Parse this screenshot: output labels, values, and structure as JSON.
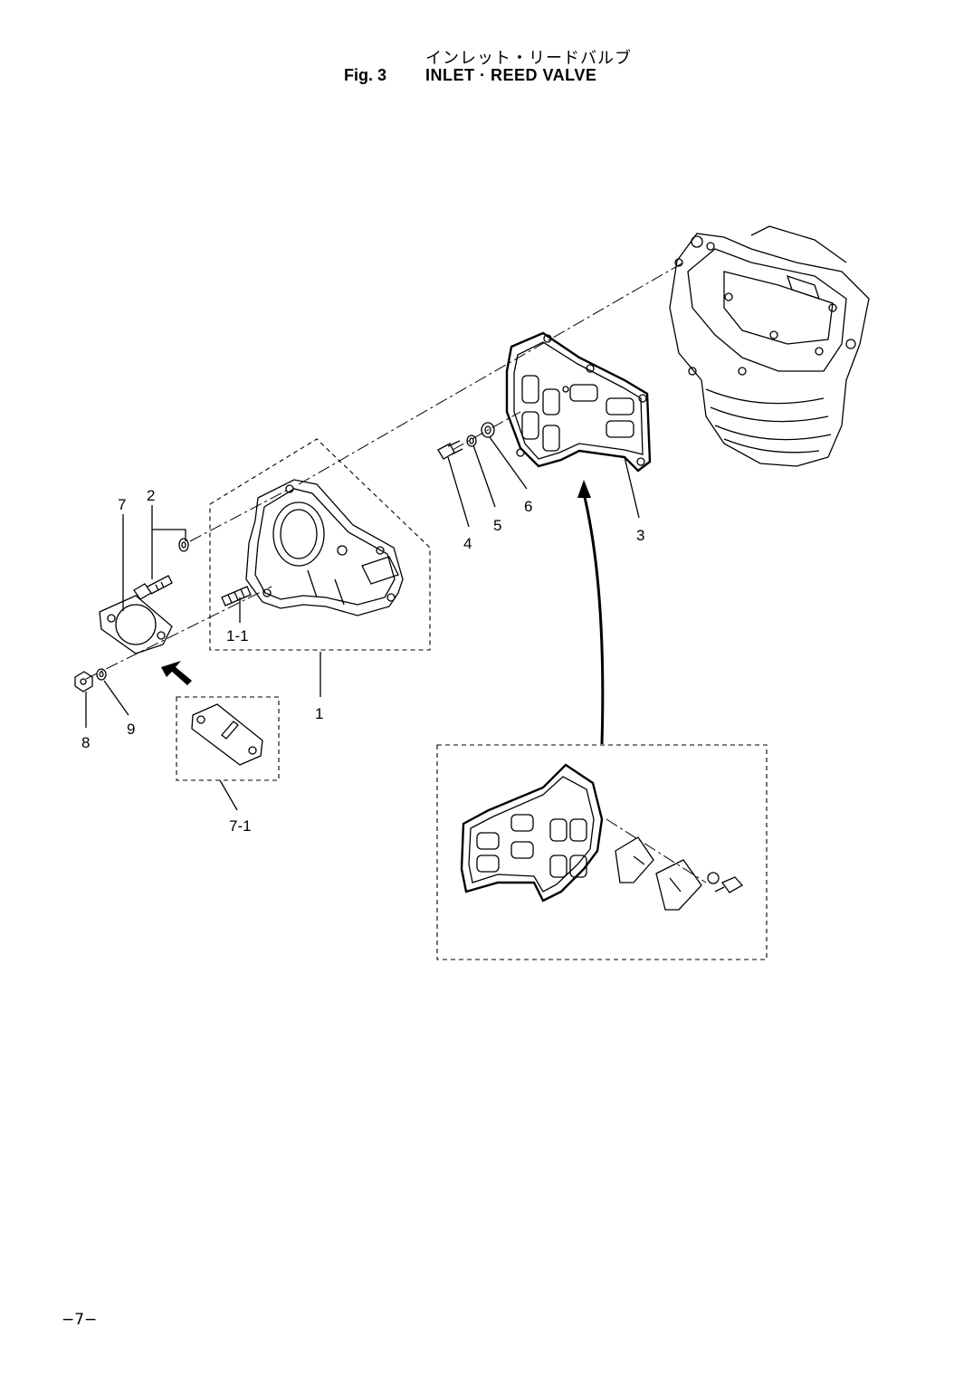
{
  "header": {
    "title_jp": "インレット・リードバルブ",
    "fig_label": "Fig. 3",
    "title_en": "INLET · REED VALVE"
  },
  "callouts": {
    "c1": "1",
    "c1_1": "1-1",
    "c2": "2",
    "c3": "3",
    "c4": "4",
    "c5": "5",
    "c6": "6",
    "c7": "7",
    "c7_1": "7-1",
    "c8": "8",
    "c9": "9"
  },
  "footer": {
    "page_number": "−7−"
  }
}
